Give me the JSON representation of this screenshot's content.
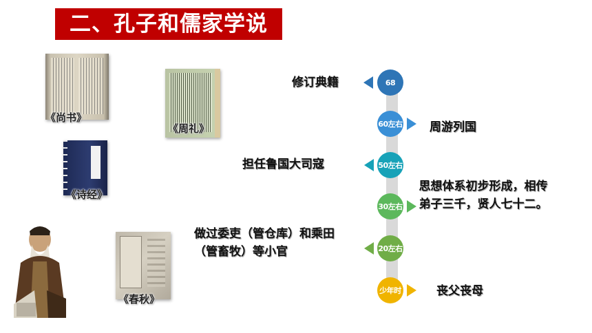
{
  "title": "二、孔子和儒家学说",
  "books": [
    {
      "label": "《尚书》"
    },
    {
      "label": "《周礼》"
    },
    {
      "label": "《诗经》"
    },
    {
      "label": "《春秋》"
    }
  ],
  "portrait": {
    "name": "confucius-portrait"
  },
  "timeline": [
    {
      "age": "68",
      "event": "修订典籍",
      "side": "left",
      "color": "#2e75b6"
    },
    {
      "age": "60左右",
      "event": "周游列国",
      "side": "right",
      "color": "#3a8fd6"
    },
    {
      "age": "50左右",
      "event": "担任鲁国大司寇",
      "side": "left",
      "color": "#17a2b8"
    },
    {
      "age": "30左右",
      "event": "思想体系初步形成，相传弟子三千，贤人七十二。",
      "side": "right",
      "color": "#5cb85c"
    },
    {
      "age": "20左右",
      "event": "做过委吏（管仓库）和乘田（管畜牧）等小官",
      "side": "left",
      "color": "#70ad47"
    },
    {
      "age": "少年时",
      "event": "丧父丧母",
      "side": "right",
      "color": "#f0b400"
    }
  ]
}
